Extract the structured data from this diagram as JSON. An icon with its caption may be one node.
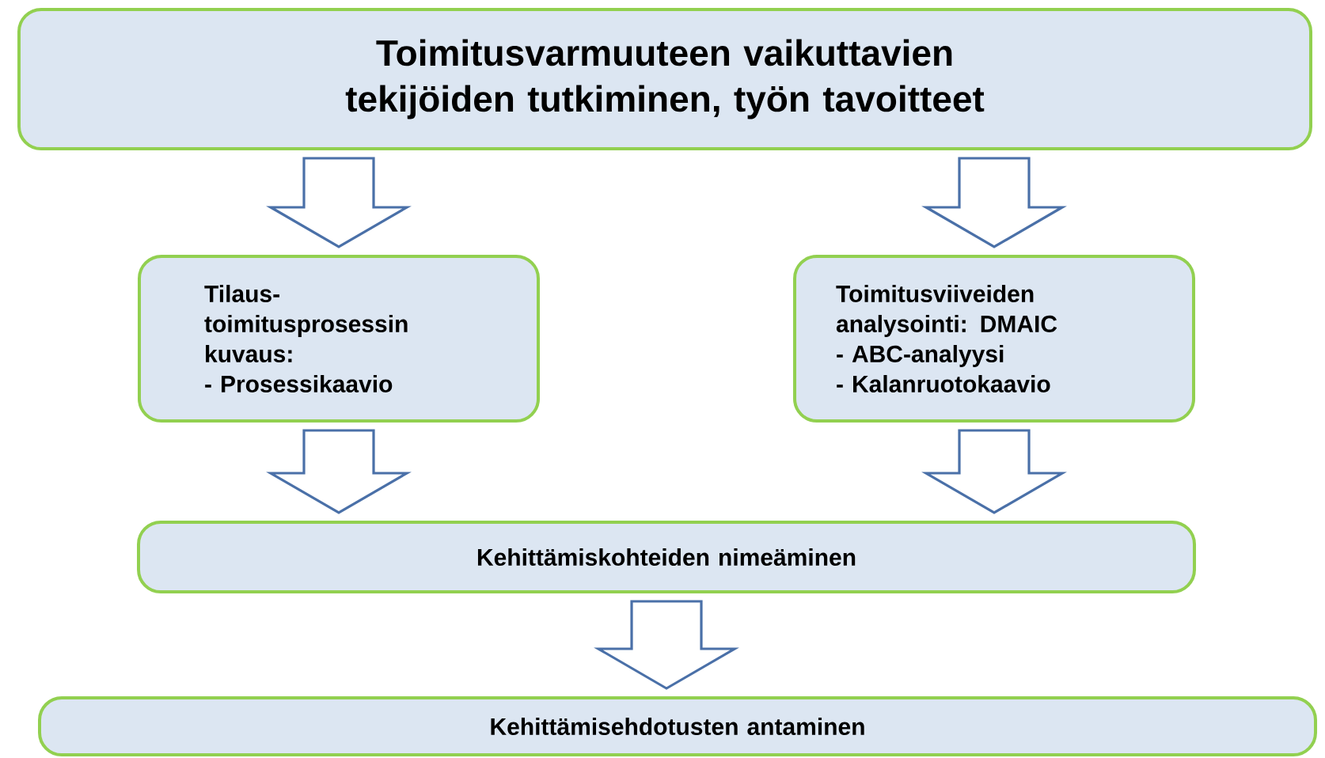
{
  "diagram": {
    "nodes": [
      {
        "text": [
          "Toimitusvarmuuteen vaikuttavien tekijöiden tutkiminen, työn tavoitteet"
        ]
      },
      {
        "text": [
          "Tilaus- toimitusprosessin kuvaus:",
          "- Prosessikaavio"
        ]
      },
      {
        "text": [
          "Toimitusviiveiden analysointi: DMAIC",
          "- ABC-analyysi",
          "- Kalanruotokaavio"
        ]
      },
      {
        "text": [
          "Kehittämiskohteiden nimeäminen"
        ]
      },
      {
        "text": [
          "Kehittämisehdotusten antaminen"
        ]
      }
    ],
    "edges": [
      {
        "from": 0,
        "to": 1,
        "arrow": "to"
      },
      {
        "from": 0,
        "to": 2,
        "arrow": "to"
      },
      {
        "from": 1,
        "to": 3,
        "arrow": "to"
      },
      {
        "from": 2,
        "to": 3,
        "arrow": "to"
      },
      {
        "from": 3,
        "to": 4,
        "arrow": "to"
      }
    ]
  }
}
